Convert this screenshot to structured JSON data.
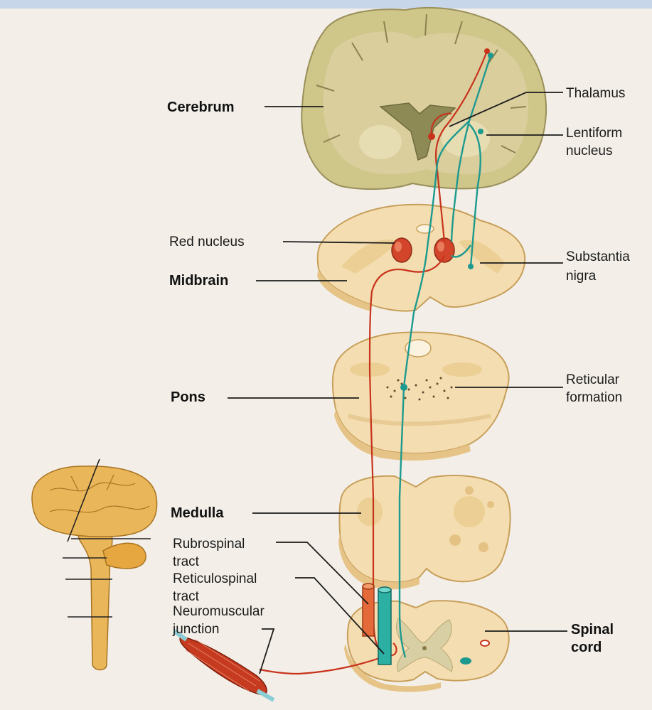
{
  "labels": {
    "cerebrum": "Cerebrum",
    "thalamus": "Thalamus",
    "lentiform_1": "Lentiform",
    "lentiform_2": "nucleus",
    "red_nucleus": "Red nucleus",
    "midbrain": "Midbrain",
    "substantia_1": "Substantia",
    "substantia_2": "nigra",
    "pons": "Pons",
    "reticular_1": "Reticular",
    "reticular_2": "formation",
    "medulla": "Medulla",
    "rubrospinal_1": "Rubrospinal",
    "rubrospinal_2": "tract",
    "reticulospinal_1": "Reticulospinal",
    "reticulospinal_2": "tract",
    "neuromuscular_1": "Neuromuscular",
    "neuromuscular_2": "junction",
    "spinal_1": "Spinal",
    "spinal_2": "cord"
  },
  "colors": {
    "background": "#f3efe8",
    "tissue": "#f4ddb0",
    "tissue_dark": "#e6c487",
    "cerebrum_white_matter": "#cfc68a",
    "cerebrum_gray_matter": "#dccfa0",
    "rubrospinal_pathway": "#c8331c",
    "reticulospinal_pathway": "#1d9a8f",
    "brain_icon": "#e6a640",
    "muscle": "#c63a1f"
  }
}
